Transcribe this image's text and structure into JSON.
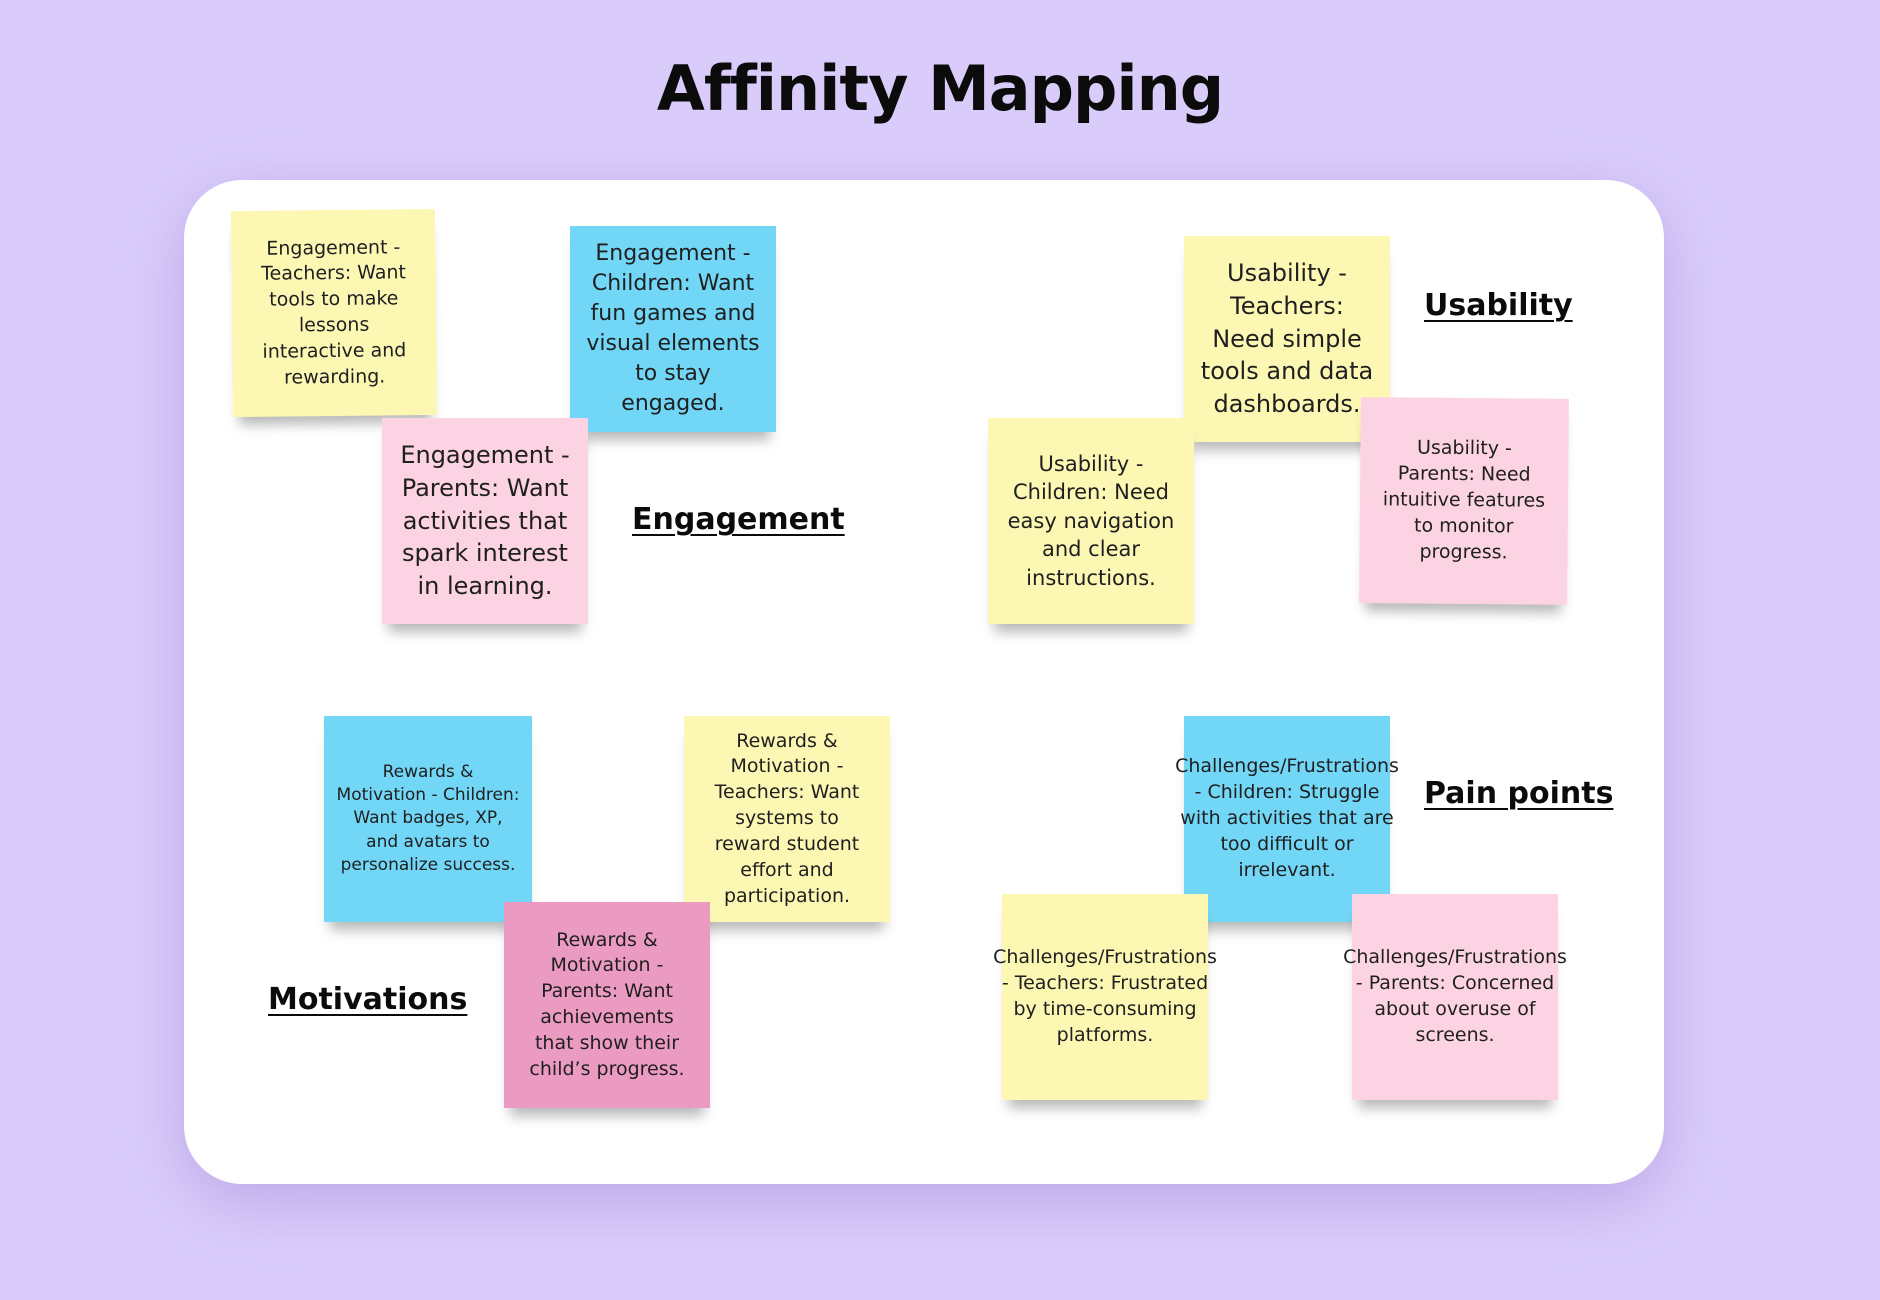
{
  "title": "Affinity Mapping",
  "colors": {
    "background": "#d9ccfa",
    "board": "#ffffff",
    "yellow_note": "#fdf7b4",
    "blue_note": "#72d6f6",
    "pink_note": "#fcd3e2",
    "magenta_note": "#eb9bc2"
  },
  "groups": {
    "engagement": {
      "label": "Engagement",
      "notes": [
        "Engagement - Teachers: Want tools to make lessons interactive and rewarding.",
        "Engagement - Children: Want fun games and visual elements to stay engaged.",
        "Engagement - Parents: Want activities that spark interest in learning."
      ]
    },
    "usability": {
      "label": "Usability",
      "notes": [
        "Usability - Teachers: Need simple tools and data dashboards.",
        "Usability - Children: Need easy navigation and clear instructions.",
        "Usability - Parents: Need intuitive features to monitor progress."
      ]
    },
    "motivations": {
      "label": "Motivations",
      "notes": [
        "Rewards & Motivation - Children: Want badges, XP, and avatars to personalize success.",
        "Rewards & Motivation - Teachers: Want systems to reward student effort and participation.",
        "Rewards & Motivation - Parents: Want achievements that show their child’s progress."
      ]
    },
    "pain_points": {
      "label": "Pain points",
      "notes": [
        "Challenges/Frustrations - Children: Struggle with activities that are too difficult or irrelevant.",
        "Challenges/Frustrations - Teachers: Frustrated by time-consuming platforms.",
        "Challenges/Frustrations - Parents: Concerned about overuse of screens."
      ]
    }
  }
}
